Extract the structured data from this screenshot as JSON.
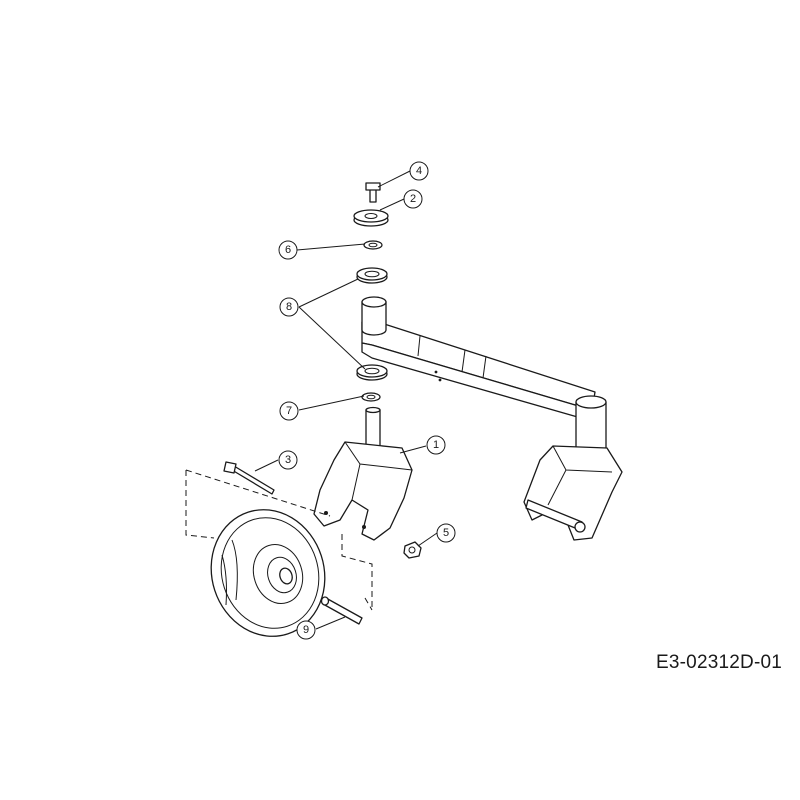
{
  "diagram": {
    "reference_code": "E3-02312D-01",
    "highlight_color": "#f5e27a",
    "callouts": [
      {
        "id": "c4",
        "label": "4"
      },
      {
        "id": "c2",
        "label": "2",
        "highlighted": true
      },
      {
        "id": "c6",
        "label": "6"
      },
      {
        "id": "c8",
        "label": "8"
      },
      {
        "id": "c7",
        "label": "7"
      },
      {
        "id": "c1",
        "label": "1"
      },
      {
        "id": "c3",
        "label": "3"
      },
      {
        "id": "c5",
        "label": "5"
      },
      {
        "id": "c9",
        "label": "9"
      }
    ]
  }
}
